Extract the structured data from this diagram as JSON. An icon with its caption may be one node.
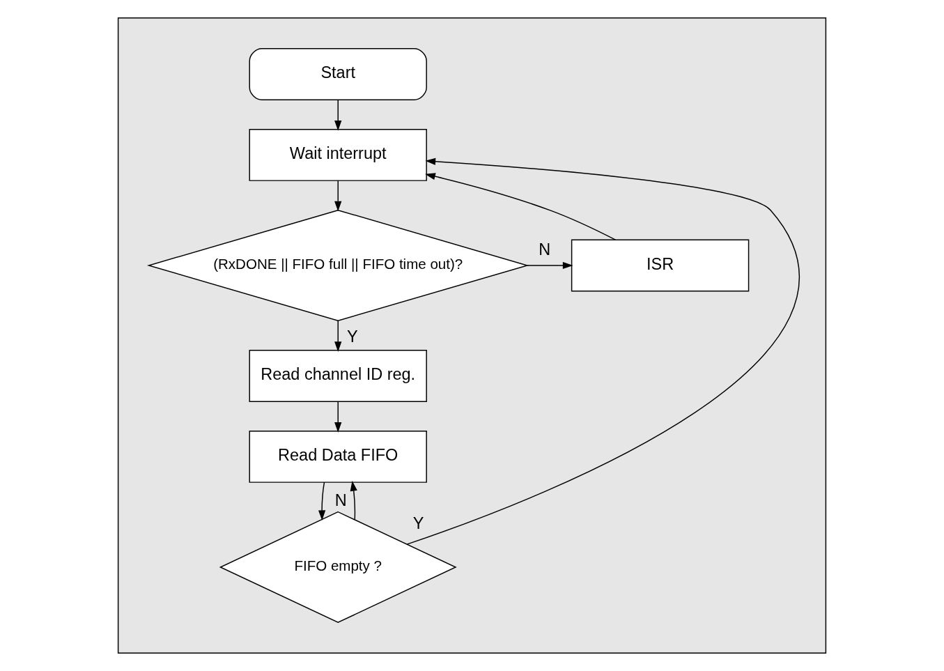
{
  "diagram": {
    "nodes": [
      {
        "text": [],
        "shape": "box"
      },
      {
        "text": [
          "Start"
        ],
        "in": 0
      },
      {
        "text": [
          "Wait interrupt"
        ],
        "in": 0
      },
      {
        "text": [
          "(RxDONE || FIFO full || FIFO time out)?"
        ],
        "in": 0
      },
      {
        "text": [
          "ISR"
        ],
        "in": 0
      },
      {
        "text": [
          "Read channel ID reg."
        ],
        "in": 0
      },
      {
        "text": [
          "Read Data FIFO"
        ],
        "in": 0
      },
      {
        "text": [
          "FIFO empty ?"
        ],
        "in": 0
      }
    ],
    "edges": [
      {
        "from": 1,
        "to": 2,
        "arrow": "to"
      },
      {
        "from": 2,
        "to": 3,
        "arrow": "to"
      },
      {
        "from": 3,
        "to": 4,
        "arrow": "to",
        "label": "N"
      },
      {
        "from": 4,
        "to": 2,
        "arrow": "to"
      },
      {
        "from": 3,
        "to": 5,
        "arrow": "to",
        "label": "Y"
      },
      {
        "from": 5,
        "to": 6,
        "arrow": "to"
      },
      {
        "from": 6,
        "to": 7,
        "arrow": "to"
      },
      {
        "from": 7,
        "to": 6,
        "arrow": "to",
        "label": "N"
      },
      {
        "from": 7,
        "to": 2,
        "arrow": "to",
        "label": "Y"
      }
    ]
  }
}
